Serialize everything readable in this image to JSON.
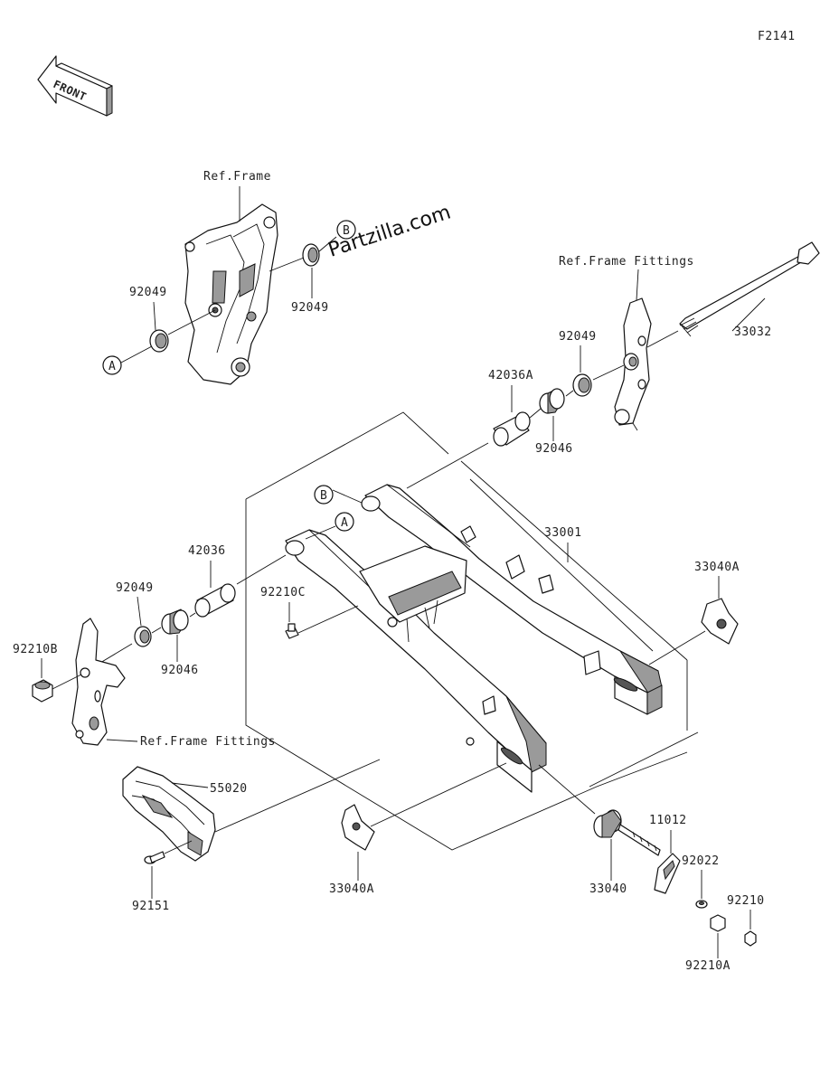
{
  "figure_code": "F2141",
  "front_indicator": "FRONT",
  "watermark": "Partzilla.com",
  "callouts": {
    "a": "A",
    "b": "B"
  },
  "references": {
    "frame": "Ref.Frame",
    "frame_fittings_right": "Ref.Frame Fittings",
    "frame_fittings_left": "Ref.Frame Fittings"
  },
  "parts": {
    "p92049_a": "92049",
    "p92049_b": "92049",
    "p92049_c": "92049",
    "p92049_d": "92049",
    "p33032": "33032",
    "p42036a": "42036A",
    "p92046_a": "92046",
    "p92046_b": "92046",
    "p33001": "33001",
    "p33040a_right": "33040A",
    "p33040a_left": "33040A",
    "p42036": "42036",
    "p92210c": "92210C",
    "p92210b": "92210B",
    "p55020": "55020",
    "p92151": "92151",
    "p33040": "33040",
    "p11012": "11012",
    "p92022": "92022",
    "p92210": "92210",
    "p92210a": "92210A"
  }
}
